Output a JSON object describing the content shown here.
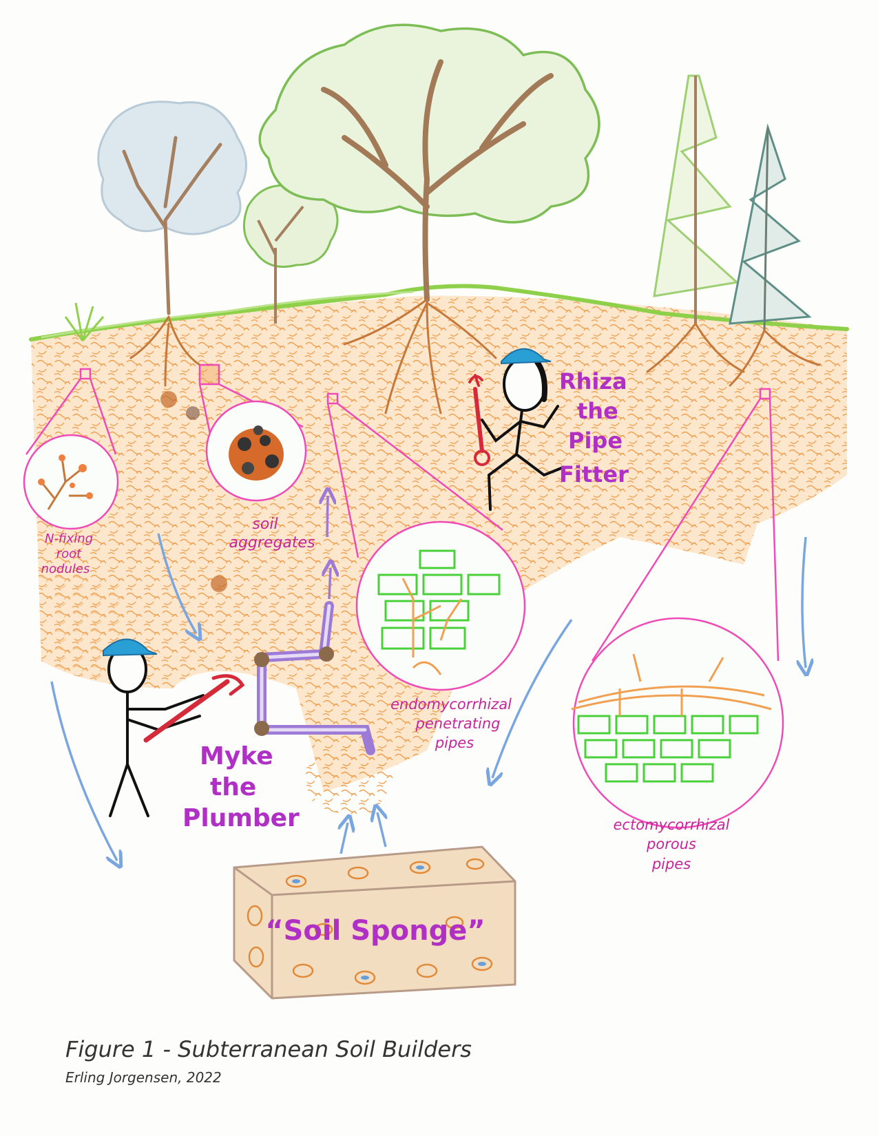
{
  "labels": {
    "rhiza": [
      "Rhiza",
      "the",
      "Pipe",
      "Fitter"
    ],
    "myke": [
      "Myke",
      "the",
      "Plumber"
    ],
    "nfixing": [
      "N-fixing",
      "root",
      "nodules"
    ],
    "aggregates": [
      "soil",
      "aggregates"
    ],
    "endo": [
      "endomycorrhizal",
      "penetrating",
      "pipes"
    ],
    "ecto": [
      "ectomycorrhizal",
      "porous",
      "pipes"
    ],
    "sponge": "“Soil Sponge”"
  },
  "caption": {
    "title": "Figure 1 - Subterranean Soil Builders",
    "credit": "Erling Jorgensen, 2022"
  },
  "colors": {
    "soil": "#f0a050",
    "ground": "#8fd04a",
    "magnifier": "#ef4bb6",
    "label": "#b02fc4",
    "hardhat": "#2a9fd6",
    "wrench": "#d42a3a",
    "pipe": "#9c7ad6",
    "arrow": "#7aa6e0",
    "cell": "#4ad13a"
  },
  "icons": {
    "wrench": "wrench-icon",
    "pipe-wrench": "pipe-wrench-icon",
    "hardhat": "hardhat-icon"
  }
}
